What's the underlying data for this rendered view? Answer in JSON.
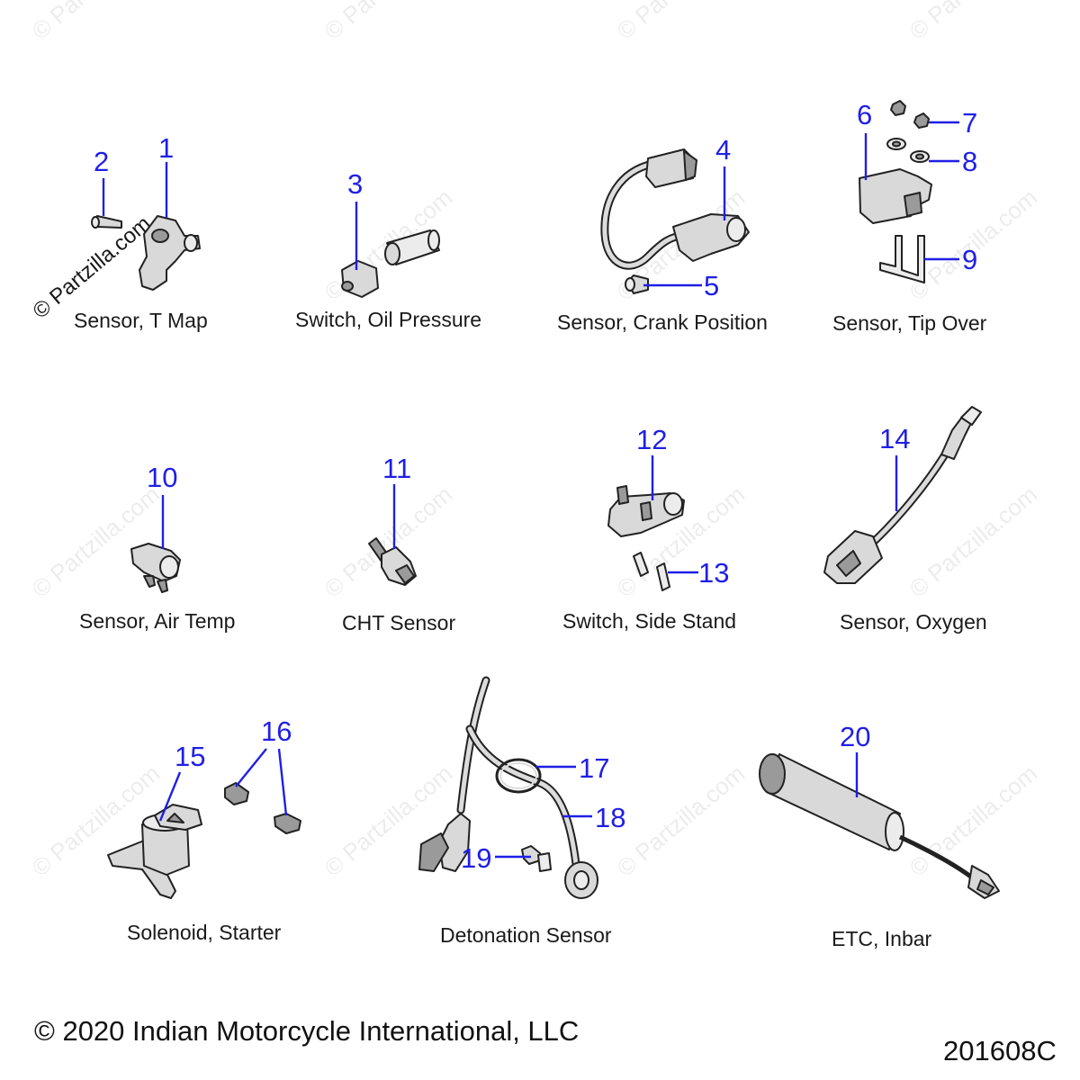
{
  "watermark": "© Partzilla.com",
  "sections": [
    {
      "caption": "Sensor, T Map",
      "callouts": [
        "1",
        "2"
      ]
    },
    {
      "caption": "Switch, Oil Pressure",
      "callouts": [
        "3"
      ]
    },
    {
      "caption": "Sensor, Crank Position",
      "callouts": [
        "4",
        "5"
      ]
    },
    {
      "caption": "Sensor, Tip Over",
      "callouts": [
        "6",
        "7",
        "8",
        "9"
      ]
    },
    {
      "caption": "Sensor, Air Temp",
      "callouts": [
        "10"
      ]
    },
    {
      "caption": "CHT Sensor",
      "callouts": [
        "11"
      ]
    },
    {
      "caption": "Switch, Side Stand",
      "callouts": [
        "12",
        "13"
      ]
    },
    {
      "caption": "Sensor, Oxygen",
      "callouts": [
        "14"
      ]
    },
    {
      "caption": "Solenoid, Starter",
      "callouts": [
        "15",
        "16"
      ]
    },
    {
      "caption": "Detonation Sensor",
      "callouts": [
        "17",
        "18",
        "19"
      ]
    },
    {
      "caption": "ETC, Inbar",
      "callouts": [
        "20"
      ]
    }
  ],
  "footer": {
    "copyright": "© 2020 Indian Motorcycle International, LLC",
    "drawing_number": "201608C"
  }
}
